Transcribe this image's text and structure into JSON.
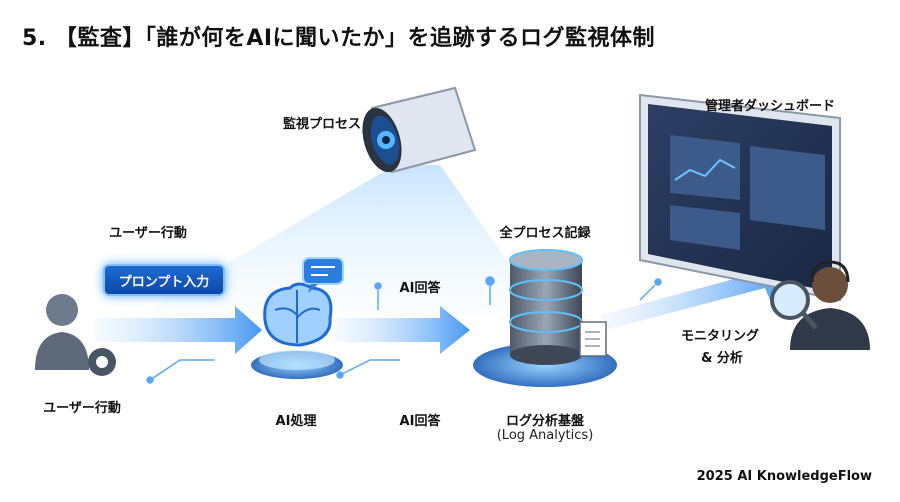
{
  "title": "5. 【監査】「誰が何をAIに聞いたか」を追跡するログ監視体制",
  "labels": {
    "monitor_process": "監視プロセス",
    "user_action_top": "ユーザー行動",
    "prompt_input": "プロンプト入力",
    "user_action_bottom": "ユーザー行動",
    "ai_processing": "AI処理",
    "ai_answer_top": "AI回答",
    "ai_answer_bottom": "AI回答",
    "all_process_record": "全プロセス記録",
    "log_platform": "ログ分析基盤",
    "log_platform_sub": "(Log Analytics)",
    "admin_dashboard": "管理者ダッシュボード",
    "monitoring_line1": "モニタリング",
    "monitoring_line2": "& 分析"
  },
  "footer": "2025 AI KnowledgeFlow",
  "icons": [
    "camera-eye-icon",
    "user-gear-icon",
    "brain-chip-icon",
    "chat-bubble-icon",
    "database-icon",
    "document-icon",
    "dashboard-screen-icon",
    "operator-headset-icon",
    "magnifier-icon"
  ],
  "colors": {
    "accent": "#1f6bd1",
    "glow": "#7fc0ff",
    "flow": "#4aa8ff"
  }
}
